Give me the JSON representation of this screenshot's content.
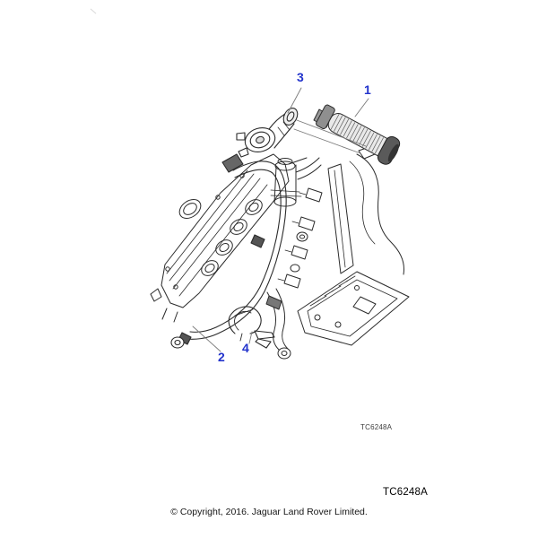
{
  "colors": {
    "background": "#ffffff",
    "line_art": "#2b2b2b",
    "leader_line": "#7a7a7a",
    "callout_blue": "#2233cc"
  },
  "diagram": {
    "callouts": [
      {
        "label": "1"
      },
      {
        "label": "2"
      },
      {
        "label": "3"
      },
      {
        "label": "4"
      }
    ],
    "code_inline": "TC6248A",
    "code_footer": "TC6248A"
  },
  "footer": {
    "copyright": "© Copyright, 2016. Jaguar Land Rover Limited."
  }
}
